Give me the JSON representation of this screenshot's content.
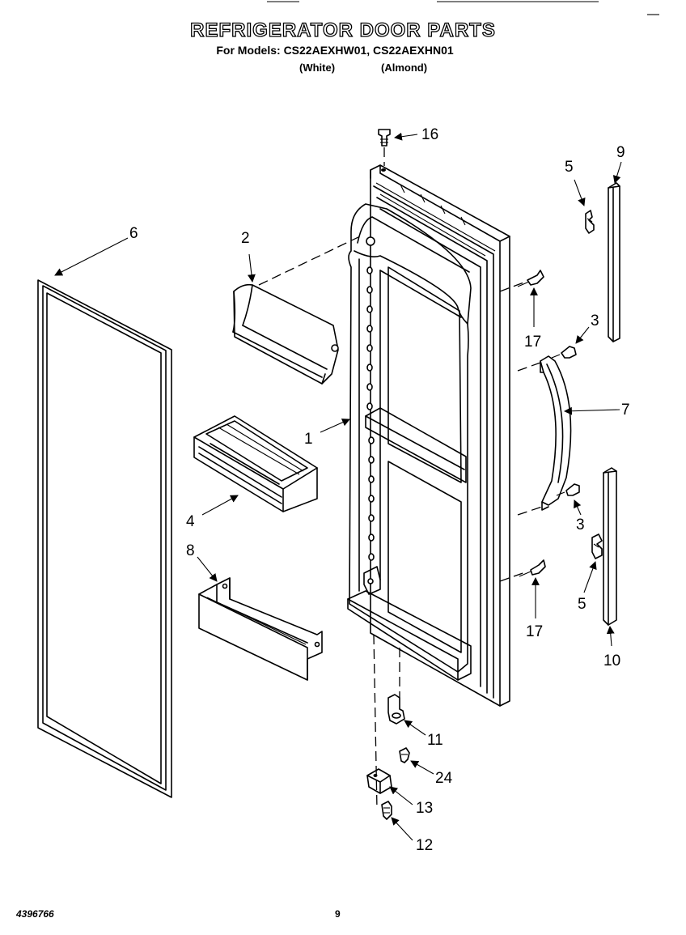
{
  "header": {
    "title": "REFRIGERATOR DOOR PARTS",
    "models": "For Models: CS22AEXHW01, CS22AEXHN01",
    "variant_white": "(White)",
    "variant_almond": "(Almond)"
  },
  "callouts": {
    "c1": "1",
    "c2": "2",
    "c3a": "3",
    "c3b": "3",
    "c4": "4",
    "c5a": "5",
    "c5b": "5",
    "c6": "6",
    "c7": "7",
    "c8": "8",
    "c9": "9",
    "c10": "10",
    "c11": "11",
    "c12": "12",
    "c13": "13",
    "c16": "16",
    "c17a": "17",
    "c17b": "17",
    "c24": "24"
  },
  "footer": {
    "doc_number": "4396766",
    "page_number": "9"
  }
}
